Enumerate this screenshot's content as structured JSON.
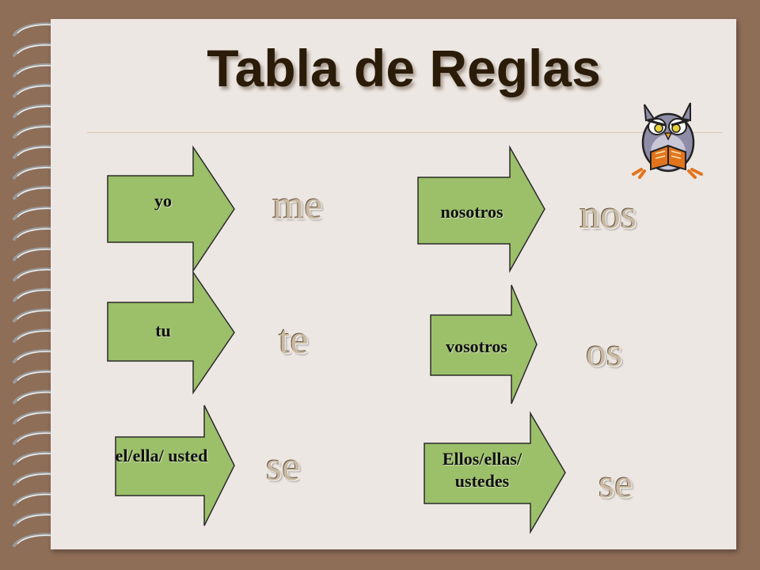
{
  "title": "Tabla de Reglas",
  "rows": [
    {
      "subject": "yo",
      "pronoun": "me"
    },
    {
      "subject": "tu",
      "pronoun": "te"
    },
    {
      "subject": "el/ella/ usted",
      "pronoun": "se"
    },
    {
      "subject": "nosotros",
      "pronoun": "nos"
    },
    {
      "subject": "vosotros",
      "pronoun": "os"
    },
    {
      "subject": "Ellos/ellas/ ustedes",
      "pronoun": "se"
    }
  ],
  "colors": {
    "arrow_fill": "#9cbf6a",
    "arrow_stroke": "#2b2b2b",
    "page": "#ede7e3",
    "background": "#8f6e58"
  },
  "icons": {
    "mascot": "reading-owl-icon",
    "binding": "spiral-binding-icon"
  }
}
